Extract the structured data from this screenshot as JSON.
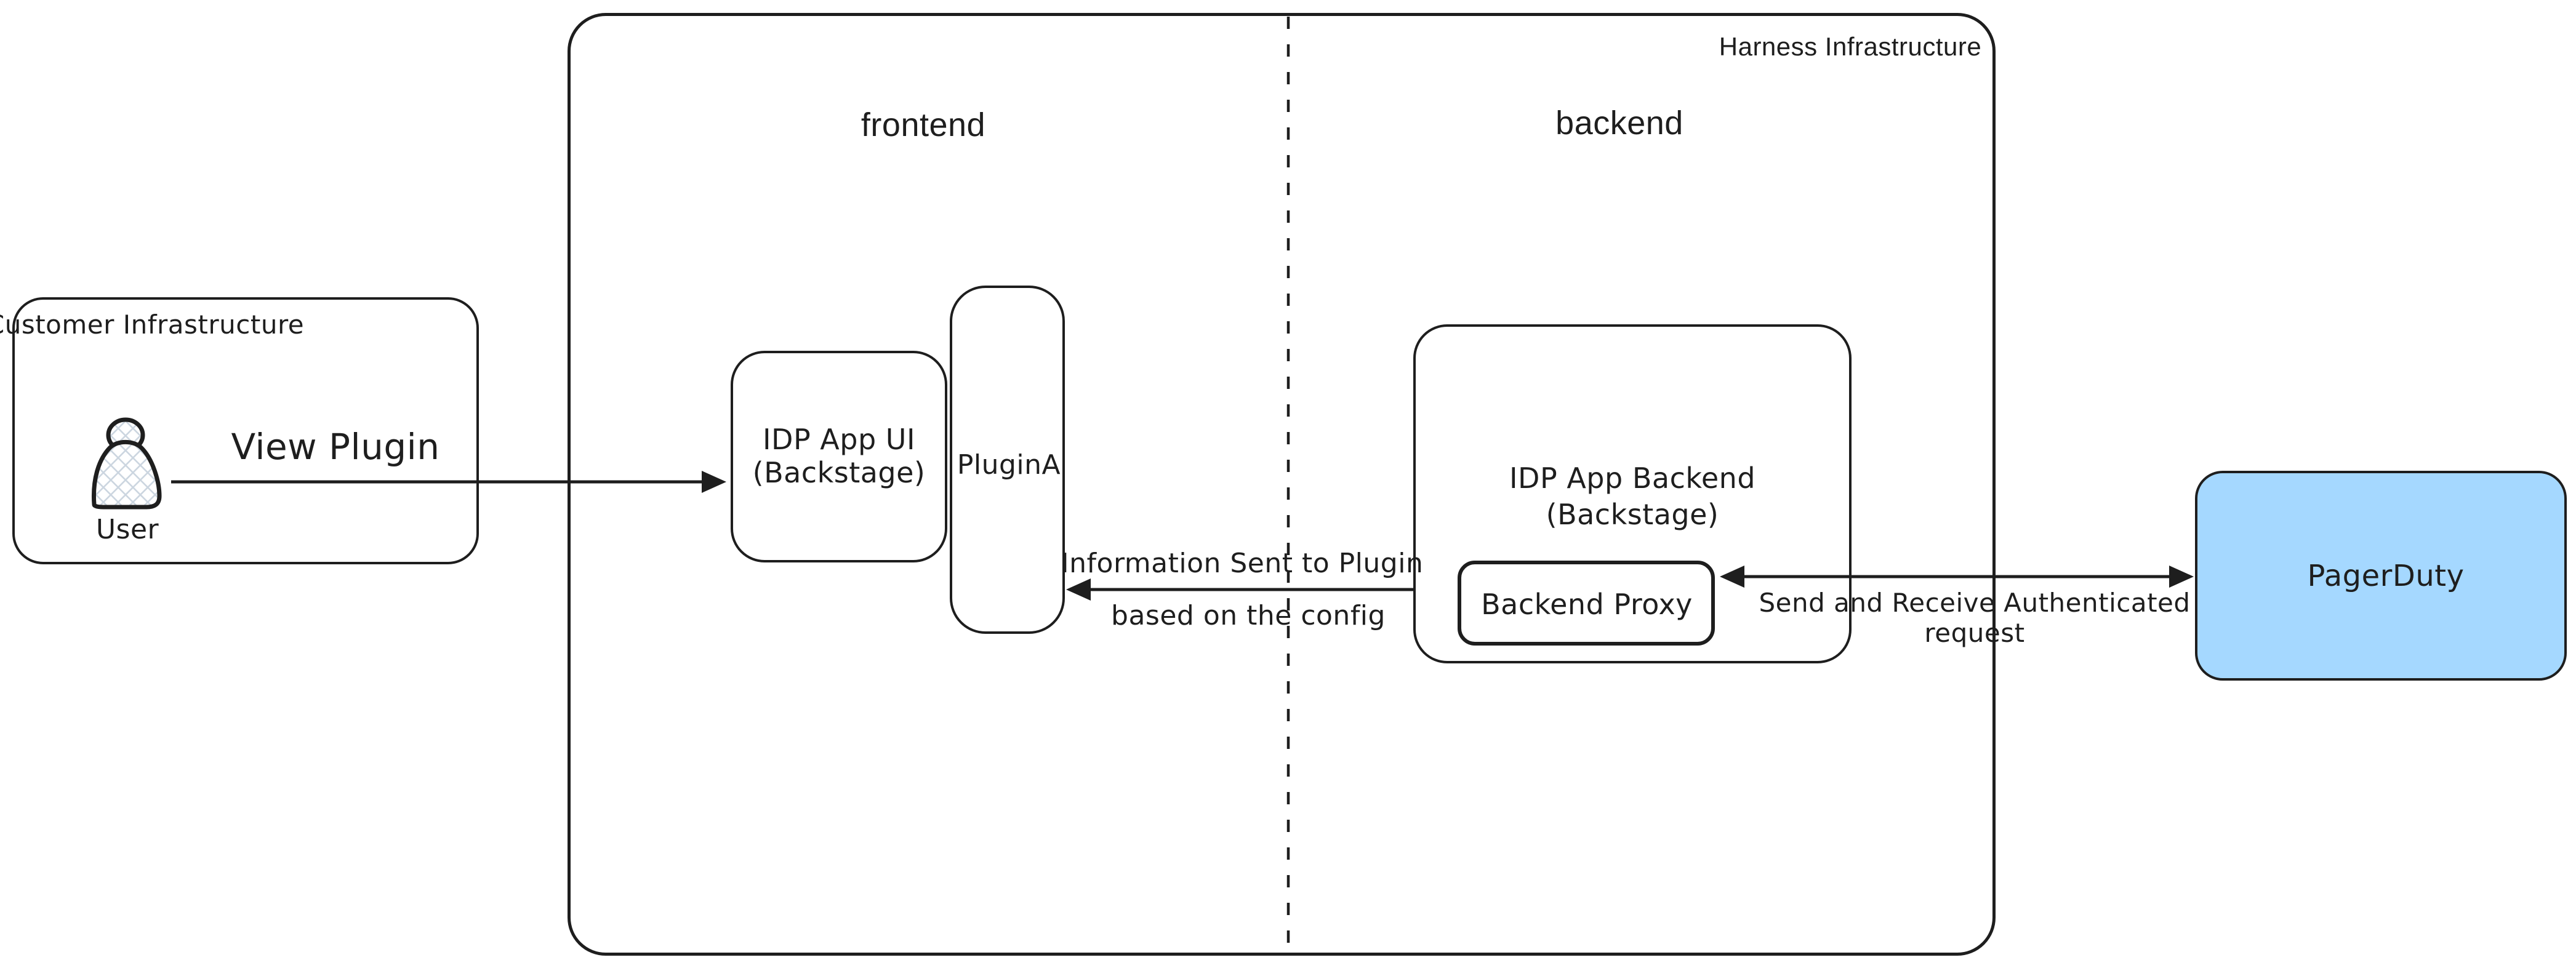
{
  "colors": {
    "stroke": "#1e1e1e",
    "pagerduty_fill": "#a5d8ff",
    "hatch": "#ccd6e0",
    "background": "#ffffff"
  },
  "groups": {
    "customer": {
      "title": "Customer Infrastructure"
    },
    "harness": {
      "title": "Harness Infrastructure",
      "frontend_label": "frontend",
      "backend_label": "backend"
    }
  },
  "nodes": {
    "user": {
      "label": "User",
      "icon": "person-icon"
    },
    "idp_app_ui": {
      "line1": "IDP App UI",
      "line2": "(Backstage)"
    },
    "plugin_a": {
      "label": "PluginA"
    },
    "idp_app_backend": {
      "line1": "IDP App Backend",
      "line2": "(Backstage)"
    },
    "backend_proxy": {
      "label": "Backend Proxy"
    },
    "pagerduty": {
      "label": "PagerDuty"
    }
  },
  "arrows": {
    "view_plugin": {
      "label": "View Plugin",
      "direction": "right",
      "from": "User",
      "to": "IDP App UI (Backstage)"
    },
    "info_to_plugin": {
      "line1": "Information Sent to Plugin",
      "line2": "based on the config",
      "direction": "left",
      "from": "IDP App Backend (Backstage)",
      "to": "PluginA"
    },
    "authenticated_request": {
      "line1": "Send and Receive Authenticated",
      "line2": "request",
      "direction": "both",
      "from": "Backend Proxy",
      "to": "PagerDuty"
    }
  }
}
